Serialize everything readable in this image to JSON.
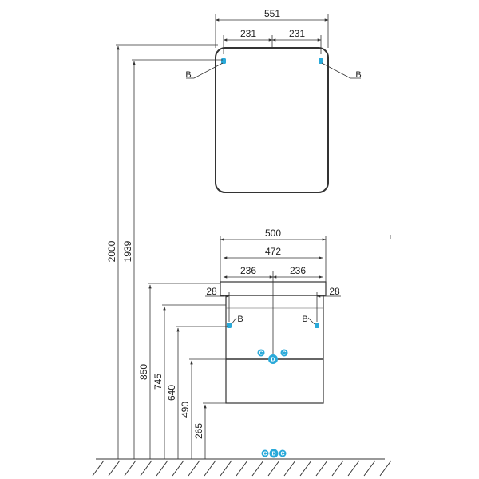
{
  "mirror": {
    "overall_width": "551",
    "half_width_left": "231",
    "half_width_right": "231",
    "mount_label_left": "B",
    "mount_label_right": "B"
  },
  "cabinet": {
    "overall_width": "500",
    "inner_width": "472",
    "half_width_left": "236",
    "half_width_right": "236",
    "side_offset_left": "28",
    "side_offset_right": "28",
    "mount_label_left": "B",
    "mount_label_right": "B"
  },
  "heights": {
    "h2000": "2000",
    "h1939": "1939",
    "h850": "850",
    "h745": "745",
    "h640": "640",
    "h490": "490",
    "h265": "265"
  },
  "connections": {
    "cabinet": [
      "C",
      "D",
      "C"
    ],
    "floor": [
      "C",
      "D",
      "C"
    ]
  },
  "colors": {
    "line": "#333333",
    "marker": "#29a9d9"
  }
}
